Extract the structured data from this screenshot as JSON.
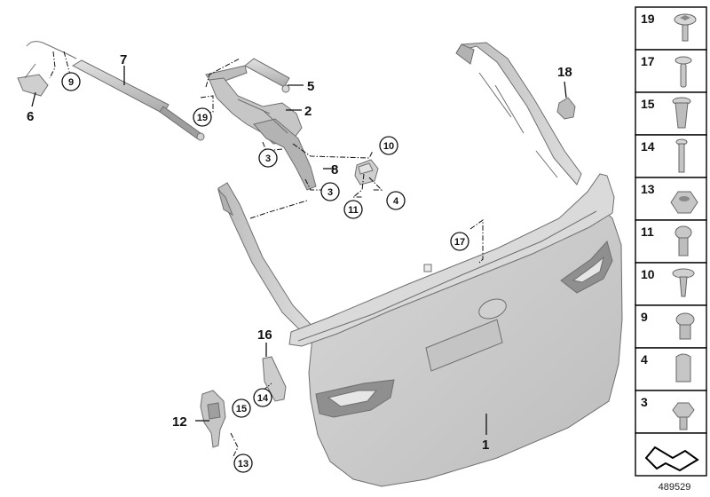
{
  "diagram": {
    "callouts": [
      {
        "id": "1",
        "circled": false
      },
      {
        "id": "2",
        "circled": false
      },
      {
        "id": "3",
        "circled": true
      },
      {
        "id": "3",
        "circled": true
      },
      {
        "id": "4",
        "circled": true
      },
      {
        "id": "5",
        "circled": false
      },
      {
        "id": "6",
        "circled": false
      },
      {
        "id": "7",
        "circled": false
      },
      {
        "id": "8",
        "circled": false
      },
      {
        "id": "9",
        "circled": true
      },
      {
        "id": "10",
        "circled": true
      },
      {
        "id": "11",
        "circled": true
      },
      {
        "id": "12",
        "circled": false
      },
      {
        "id": "13",
        "circled": true
      },
      {
        "id": "14",
        "circled": true
      },
      {
        "id": "15",
        "circled": true
      },
      {
        "id": "16",
        "circled": false
      },
      {
        "id": "17",
        "circled": true
      },
      {
        "id": "18",
        "circled": false
      },
      {
        "id": "19",
        "circled": true
      }
    ],
    "fastener_legend": [
      {
        "number": "19",
        "icon": "torx-flange-screw-icon"
      },
      {
        "number": "17",
        "icon": "expanding-rivet-icon"
      },
      {
        "number": "15",
        "icon": "blind-rivet-nut-icon"
      },
      {
        "number": "14",
        "icon": "long-screw-icon"
      },
      {
        "number": "13",
        "icon": "hex-flange-nut-icon"
      },
      {
        "number": "11",
        "icon": "torx-bolt-icon"
      },
      {
        "number": "10",
        "icon": "washer-head-screw-icon"
      },
      {
        "number": "9",
        "icon": "short-torx-bolt-icon"
      },
      {
        "number": "4",
        "icon": "cap-icon"
      },
      {
        "number": "3",
        "icon": "hex-collar-bolt-icon"
      }
    ],
    "diagram_number": "489529",
    "colors": {
      "part_fill": "#c9c9c9",
      "part_shade": "#a8a8a8",
      "part_light": "#e0e0e0",
      "ink": "#111111",
      "frame": "#000000"
    }
  }
}
